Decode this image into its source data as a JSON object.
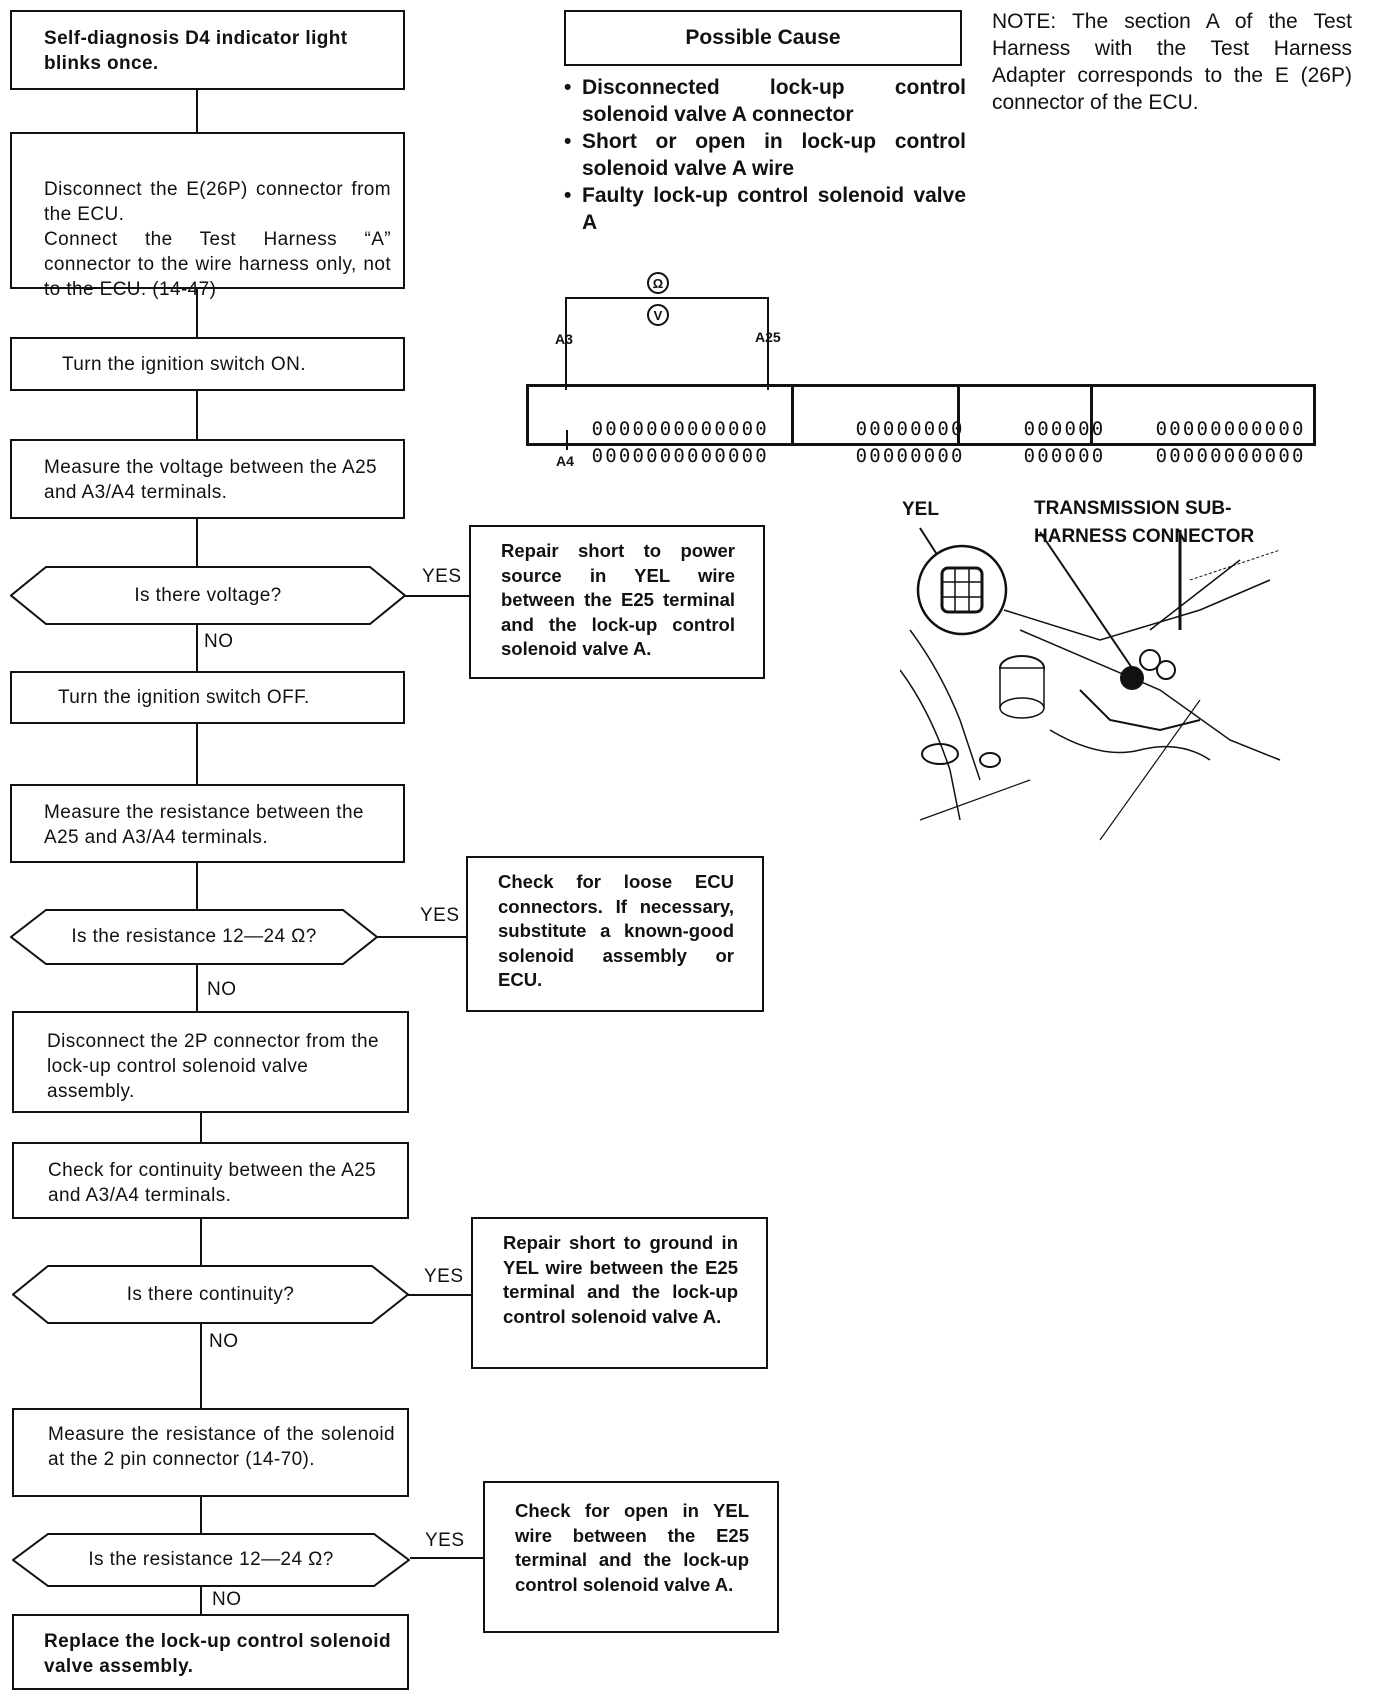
{
  "flow": {
    "start": "Self-diagnosis D4 indicator light blinks once.",
    "step_disconnect": "Disconnect the E(26P) connector from the ECU.\nConnect the Test Harness “A” connector to the wire harness only, not to the ECU. (14-47)",
    "step_ign_on": "Turn the ignition switch ON.",
    "step_measure_voltage": "Measure the voltage between the A25 and A3/A4 terminals.",
    "q_voltage": "Is there voltage?",
    "ans_voltage_yes": "Repair short to power source in YEL wire between the E25 terminal and the lock-up control solenoid valve A.",
    "step_ign_off": "Turn the ignition switch OFF.",
    "step_measure_res": "Measure the resistance between the A25 and A3/A4 terminals.",
    "q_res1": "Is the resistance 12—24 Ω?",
    "ans_res1_yes": "Check for loose ECU connectors. If necessary, substitute a known-good solenoid assembly or ECU.",
    "step_disconnect_2p": "Disconnect the 2P connector from the lock-up control solenoid valve assembly.",
    "step_continuity": "Check for continuity between the A25 and A3/A4 terminals.",
    "q_continuity": "Is there continuity?",
    "ans_continuity_yes": "Repair short to ground in YEL wire between the E25 terminal and the lock-up control solenoid valve A.",
    "step_measure_solenoid": "Measure the resistance of the solenoid at the 2 pin connector (14-70).",
    "q_res2": "Is the resistance 12—24 Ω?",
    "ans_res2_yes": "Check for open in YEL wire between the E25 terminal and the lock-up control solenoid valve A.",
    "end_replace": "Replace the lock-up control solenoid valve assembly.",
    "yes": "YES",
    "no": "NO"
  },
  "cause": {
    "title": "Possible Cause",
    "items": [
      "Disconnected lock-up control solenoid valve A connector",
      "Short or open in lock-up control solenoid valve A wire",
      "Faulty lock-up control solenoid valve A"
    ]
  },
  "note": "NOTE: The section A of the Test Harness with the Test Harness Adapter corresponds to the E (26P) connector of the ECU.",
  "connector": {
    "ohm_symbol": "Ω",
    "volt_symbol": "V",
    "label_a3": "A3",
    "label_a25": "A25",
    "label_a4": "A4",
    "row1": [
      "0000000000000",
      "00000000",
      "000000",
      "00000000000"
    ],
    "row2": [
      "0000000000000",
      "00000000",
      "000000",
      "00000000000"
    ]
  },
  "photo": {
    "label_yel": "YEL",
    "label_connector": "TRANSMISSION SUB-\nHARNESS CONNECTOR"
  }
}
